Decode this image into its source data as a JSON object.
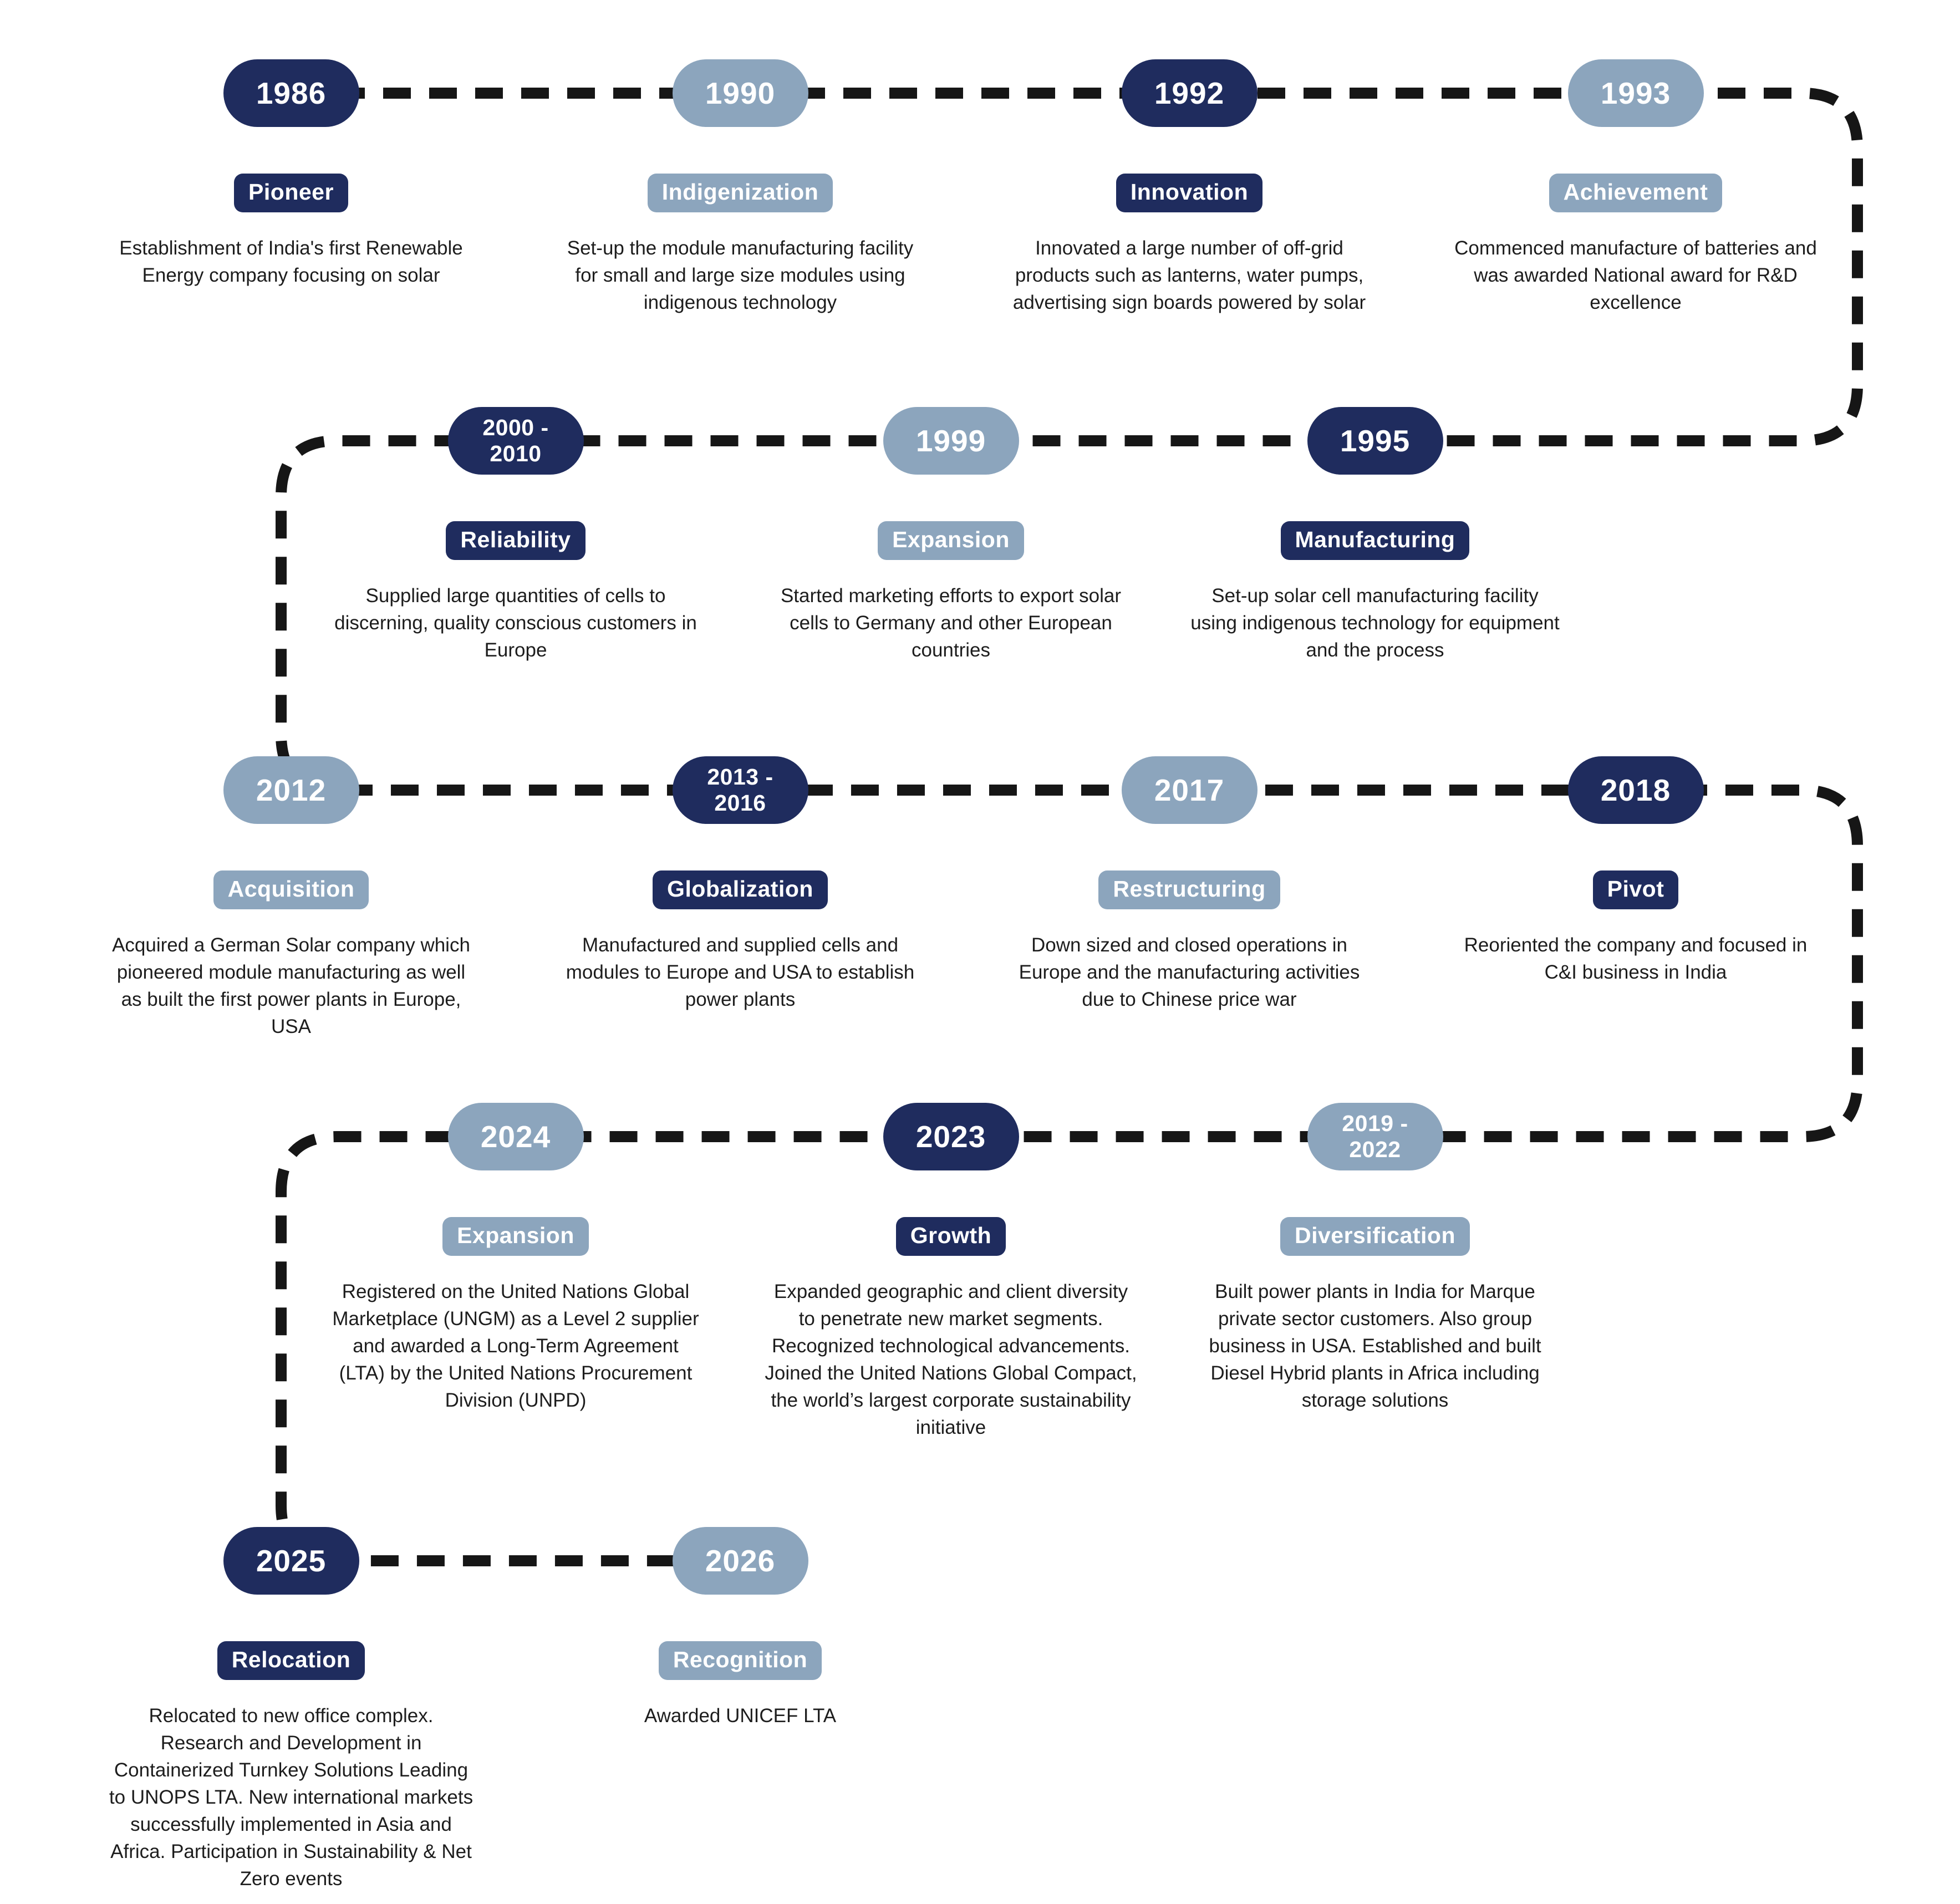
{
  "title": "Company milestones timeline",
  "colors": {
    "navy": "#1f2c5e",
    "steel_blue": "#8ca5bd",
    "connector": "#161616",
    "text": "#1d1d1d",
    "background": "#ffffff"
  },
  "timeline": {
    "nodes": [
      {
        "year": "1986",
        "theme": "dark",
        "label": "Pioneer",
        "description": "Establishment of India's first Renewable Energy company focusing on solar"
      },
      {
        "year": "1990",
        "theme": "light",
        "label": "Indigenization",
        "description": "Set-up the module manufacturing facility for small and large size modules using indigenous technology"
      },
      {
        "year": "1992",
        "theme": "dark",
        "label": "Innovation",
        "description": "Innovated a large number of off-grid products such as lanterns, water pumps, advertising sign boards powered by solar"
      },
      {
        "year": "1993",
        "theme": "light",
        "label": "Achievement",
        "description": "Commenced manufacture of batteries and was awarded National award for R&D excellence"
      },
      {
        "year": "1995",
        "theme": "dark",
        "label": "Manufacturing",
        "description": "Set-up solar cell manufacturing facility using indigenous technology for equipment and the process"
      },
      {
        "year": "1999",
        "theme": "light",
        "label": "Expansion",
        "description": "Started marketing efforts to export solar cells to Germany and other European countries"
      },
      {
        "year": "2000 -\n2010",
        "theme": "dark",
        "label": "Reliability",
        "description": "Supplied large quantities of cells to discerning, quality conscious customers in Europe"
      },
      {
        "year": "2012",
        "theme": "light",
        "label": "Acquisition",
        "description": "Acquired a German Solar company which pioneered module manufacturing as well as built the first power plants in Europe, USA"
      },
      {
        "year": "2013 -\n2016",
        "theme": "dark",
        "label": "Globalization",
        "description": "Manufactured and supplied cells and modules to Europe and USA to establish power plants"
      },
      {
        "year": "2017",
        "theme": "light",
        "label": "Restructuring",
        "description": "Down sized and closed operations in Europe and the manufacturing activities due to Chinese price war"
      },
      {
        "year": "2018",
        "theme": "dark",
        "label": "Pivot",
        "description": "Reoriented the company and focused in C&I business in India"
      },
      {
        "year": "2019 -\n2022",
        "theme": "light",
        "label": "Diversification",
        "description": "Built power plants in India for Marque private sector customers. Also group business in USA. Established and built Diesel Hybrid plants in Africa including storage solutions"
      },
      {
        "year": "2023",
        "theme": "dark",
        "label": "Growth",
        "description": "Expanded geographic and client diversity to penetrate new market segments. Recognized technological advancements. Joined the United Nations Global Compact, the world’s largest corporate sustainability initiative"
      },
      {
        "year": "2024",
        "theme": "light",
        "label": "Expansion",
        "description": "Registered on the United Nations Global Marketplace (UNGM) as a Level 2 supplier and awarded a Long-Term Agreement (LTA) by the United Nations Procurement Division (UNPD)"
      },
      {
        "year": "2025",
        "theme": "dark",
        "label": "Relocation",
        "description": "Relocated to new office complex. Research and Development in Containerized Turnkey Solutions Leading to UNOPS LTA. New international markets successfully implemented in Asia and Africa. Participation in Sustainability & Net Zero events"
      },
      {
        "year": "2026",
        "theme": "light",
        "label": "Recognition",
        "description": "Awarded UNICEF LTA"
      }
    ]
  }
}
